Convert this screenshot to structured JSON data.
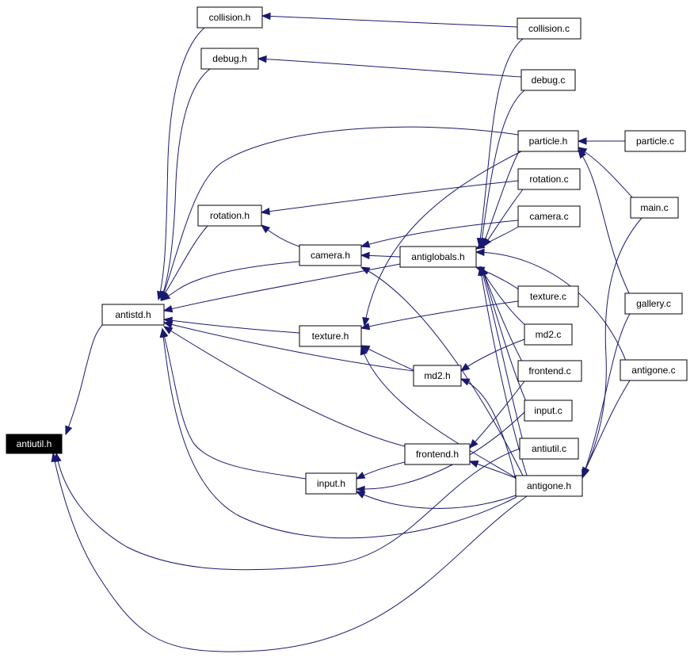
{
  "graph": {
    "nodes": [
      {
        "id": "antiutil_h",
        "label": "antiutil.h",
        "root": true
      },
      {
        "id": "antistd_h",
        "label": "antistd.h"
      },
      {
        "id": "collision_h",
        "label": "collision.h"
      },
      {
        "id": "debug_h",
        "label": "debug.h"
      },
      {
        "id": "rotation_h",
        "label": "rotation.h"
      },
      {
        "id": "camera_h",
        "label": "camera.h"
      },
      {
        "id": "texture_h",
        "label": "texture.h"
      },
      {
        "id": "input_h",
        "label": "input.h"
      },
      {
        "id": "antiglobals_h",
        "label": "antiglobals.h"
      },
      {
        "id": "md2_h",
        "label": "md2.h"
      },
      {
        "id": "frontend_h",
        "label": "frontend.h"
      },
      {
        "id": "collision_c",
        "label": "collision.c"
      },
      {
        "id": "debug_c",
        "label": "debug.c"
      },
      {
        "id": "particle_h",
        "label": "particle.h"
      },
      {
        "id": "rotation_c",
        "label": "rotation.c"
      },
      {
        "id": "camera_c",
        "label": "camera.c"
      },
      {
        "id": "texture_c",
        "label": "texture.c"
      },
      {
        "id": "md2_c",
        "label": "md2.c"
      },
      {
        "id": "frontend_c",
        "label": "frontend.c"
      },
      {
        "id": "input_c",
        "label": "input.c"
      },
      {
        "id": "antiutil_c",
        "label": "antiutil.c"
      },
      {
        "id": "antigone_h",
        "label": "antigone.h"
      },
      {
        "id": "particle_c",
        "label": "particle.c"
      },
      {
        "id": "main_c",
        "label": "main.c"
      },
      {
        "id": "gallery_c",
        "label": "gallery.c"
      },
      {
        "id": "antigone_c",
        "label": "antigone.c"
      }
    ],
    "edges": [
      {
        "from": "antistd_h",
        "to": "antiutil_h"
      },
      {
        "from": "collision_h",
        "to": "antistd_h"
      },
      {
        "from": "debug_h",
        "to": "antistd_h"
      },
      {
        "from": "rotation_h",
        "to": "antistd_h"
      },
      {
        "from": "camera_h",
        "to": "antistd_h"
      },
      {
        "from": "texture_h",
        "to": "antistd_h"
      },
      {
        "from": "input_h",
        "to": "antistd_h"
      },
      {
        "from": "antiglobals_h",
        "to": "antistd_h"
      },
      {
        "from": "md2_h",
        "to": "antistd_h"
      },
      {
        "from": "frontend_h",
        "to": "antistd_h"
      },
      {
        "from": "particle_h",
        "to": "antistd_h"
      },
      {
        "from": "antigone_h",
        "to": "antistd_h"
      },
      {
        "from": "collision_c",
        "to": "collision_h"
      },
      {
        "from": "debug_c",
        "to": "debug_h"
      },
      {
        "from": "rotation_c",
        "to": "rotation_h"
      },
      {
        "from": "camera_h",
        "to": "rotation_h"
      },
      {
        "from": "antiglobals_h",
        "to": "camera_h"
      },
      {
        "from": "camera_c",
        "to": "camera_h"
      },
      {
        "from": "antigone_h",
        "to": "camera_h"
      },
      {
        "from": "texture_c",
        "to": "texture_h"
      },
      {
        "from": "md2_h",
        "to": "texture_h"
      },
      {
        "from": "particle_h",
        "to": "texture_h"
      },
      {
        "from": "antigone_h",
        "to": "texture_h"
      },
      {
        "from": "md2_c",
        "to": "md2_h"
      },
      {
        "from": "antigone_h",
        "to": "md2_h"
      },
      {
        "from": "frontend_h",
        "to": "input_h"
      },
      {
        "from": "input_c",
        "to": "input_h"
      },
      {
        "from": "antigone_h",
        "to": "input_h"
      },
      {
        "from": "frontend_c",
        "to": "frontend_h"
      },
      {
        "from": "antigone_h",
        "to": "frontend_h"
      },
      {
        "from": "collision_c",
        "to": "antiglobals_h"
      },
      {
        "from": "debug_c",
        "to": "antiglobals_h"
      },
      {
        "from": "particle_h",
        "to": "antiglobals_h"
      },
      {
        "from": "rotation_c",
        "to": "antiglobals_h"
      },
      {
        "from": "camera_c",
        "to": "antiglobals_h"
      },
      {
        "from": "texture_c",
        "to": "antiglobals_h"
      },
      {
        "from": "md2_c",
        "to": "antiglobals_h"
      },
      {
        "from": "frontend_c",
        "to": "antiglobals_h"
      },
      {
        "from": "input_c",
        "to": "antiglobals_h"
      },
      {
        "from": "antiutil_c",
        "to": "antiglobals_h"
      },
      {
        "from": "antigone_h",
        "to": "antiglobals_h"
      },
      {
        "from": "antigone_c",
        "to": "antiglobals_h"
      },
      {
        "from": "particle_c",
        "to": "particle_h"
      },
      {
        "from": "main_c",
        "to": "particle_h"
      },
      {
        "from": "gallery_c",
        "to": "particle_h"
      },
      {
        "from": "main_c",
        "to": "antigone_h"
      },
      {
        "from": "gallery_c",
        "to": "antigone_h"
      },
      {
        "from": "antigone_c",
        "to": "antigone_h"
      },
      {
        "from": "antiutil_c",
        "to": "antiutil_h"
      },
      {
        "from": "antigone_h",
        "to": "antiutil_h"
      }
    ]
  },
  "colors": {
    "edge": "#191970",
    "node_border": "#000000",
    "root_fill": "#000000",
    "root_text": "#ffffff",
    "background": "#ffffff"
  }
}
